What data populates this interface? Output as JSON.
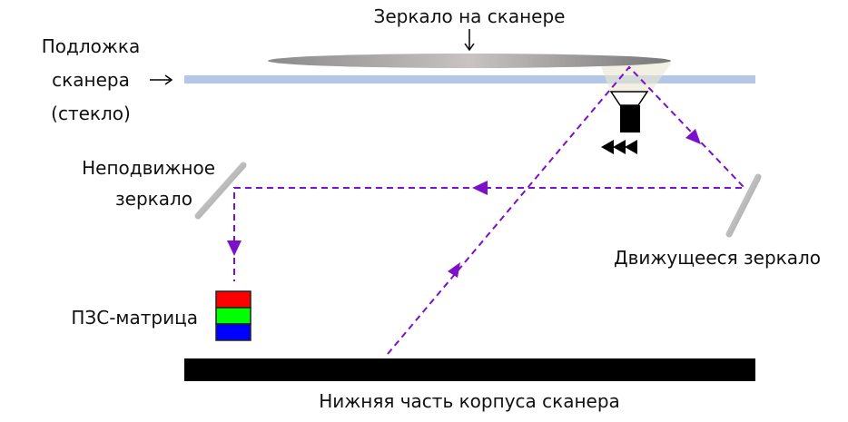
{
  "labels": {
    "scanner_mirror": "Зеркало на сканере",
    "glass_line1": "Подложка",
    "glass_line2": "сканера",
    "glass_line3": "(стекло)",
    "fixed_mirror_line1": "Неподвижное",
    "fixed_mirror_line2": "зеркало",
    "moving_mirror": "Движущееся зеркало",
    "ccd": "ПЗС-матрица",
    "bottom": "Нижняя часть корпуса сканера"
  },
  "colors": {
    "beam": "#7b10c8",
    "glass": "#b4c7e7",
    "ccd_red": "#ff0000",
    "ccd_green": "#00ff00",
    "ccd_blue": "#0000ff"
  }
}
